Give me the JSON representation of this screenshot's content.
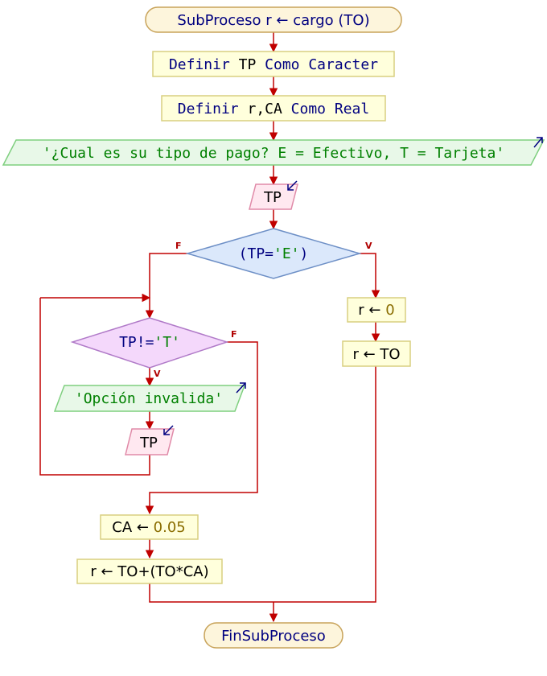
{
  "colors": {
    "edge": "#c00000",
    "keyword": "#000080",
    "string": "#008000",
    "number": "#8a6d00",
    "text": "#000000",
    "terminal_fill": "#fdf5dc",
    "terminal_stroke": "#c8a35a",
    "process_fill": "#ffffdc",
    "process_stroke": "#d8cf80",
    "output_fill": "#e8f8e8",
    "output_stroke": "#7fcf7f",
    "input_fill": "#ffe8f0",
    "input_stroke": "#e08aa8",
    "decision_fill": "#dbe8fb",
    "decision_stroke": "#6d8fc6",
    "loop_fill": "#f4d8fb",
    "loop_stroke": "#b07ac8",
    "io_arrow": "#000080"
  },
  "flowchart": {
    "start": {
      "label": "SubProceso r ← cargo (TO)"
    },
    "def_tp": {
      "keyword1": "Definir",
      "var": " TP ",
      "keyword2": "Como Caracter"
    },
    "def_r": {
      "keyword1": "Definir",
      "var": " r,CA ",
      "keyword2": "Como Real"
    },
    "prompt": {
      "text": "'¿Cual es su tipo de pago? E = Efectivo, T = Tarjeta'"
    },
    "read_tp": {
      "label": "TP"
    },
    "decision_main": {
      "open": "(TP=",
      "value": "'E'",
      "close": ")",
      "false_label": "F",
      "true_label": "V"
    },
    "assign_r0": {
      "var": "r ← ",
      "value": "0"
    },
    "assign_r_to": {
      "label": "r ← TO"
    },
    "while_cond": {
      "left": "TP!=",
      "value": "'T'",
      "false_label": "F",
      "true_label": "V"
    },
    "invalid_msg": {
      "text": "'Opción invalida'"
    },
    "read_tp2": {
      "label": "TP"
    },
    "assign_ca": {
      "var": "CA ← ",
      "value": "0.05"
    },
    "assign_r_formula": {
      "label": "r ← TO+(TO*CA)"
    },
    "end": {
      "label": "FinSubProceso"
    }
  }
}
